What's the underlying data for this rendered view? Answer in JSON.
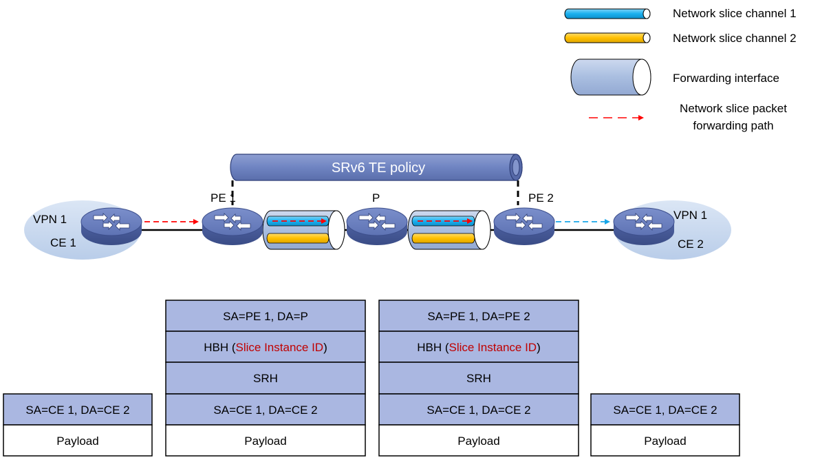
{
  "legend": {
    "channel1": "Network slice channel 1",
    "channel2": "Network slice channel 2",
    "forwarding_interface": "Forwarding interface",
    "path_line1": "Network slice packet",
    "path_line2": "forwarding path"
  },
  "policy": {
    "label": "SRv6 TE policy"
  },
  "devices": {
    "ce1": {
      "vpn": "VPN 1",
      "name": "CE 1"
    },
    "pe1": {
      "name": "PE 1"
    },
    "p": {
      "name": "P"
    },
    "pe2": {
      "name": "PE 2"
    },
    "ce2": {
      "vpn": "VPN 1",
      "name": "CE 2"
    }
  },
  "stacks": {
    "s1": {
      "ip": "SA=CE 1, DA=CE 2",
      "payload": "Payload"
    },
    "s2": {
      "outer": "SA=PE 1, DA=P",
      "hbh_prefix": "HBH (",
      "hbh_id": "Slice Instance ID",
      "hbh_suffix": ")",
      "srh": "SRH",
      "inner": "SA=CE 1, DA=CE 2",
      "payload": "Payload"
    },
    "s3": {
      "outer": "SA=PE 1, DA=PE 2",
      "hbh_prefix": "HBH (",
      "hbh_id": "Slice Instance ID",
      "hbh_suffix": ")",
      "srh": "SRH",
      "inner": "SA=CE 1, DA=CE 2",
      "payload": "Payload"
    },
    "s4": {
      "ip": "SA=CE 1, DA=CE 2",
      "payload": "Payload"
    }
  },
  "colors": {
    "channel1": "#1ab0ef",
    "channel2": "#ffc000",
    "tube": "#a9bee0",
    "policy": "#7287c3",
    "router": "#5b70b2",
    "cloud": "#c5d6ee",
    "header_fill": "#aab7e1",
    "path_red": "#ff0000",
    "path_blue": "#18a6e8",
    "slice_id": "#c00000"
  },
  "icons": [
    "router-icon",
    "cloud-icon",
    "tube-icon",
    "arrow-icon"
  ]
}
